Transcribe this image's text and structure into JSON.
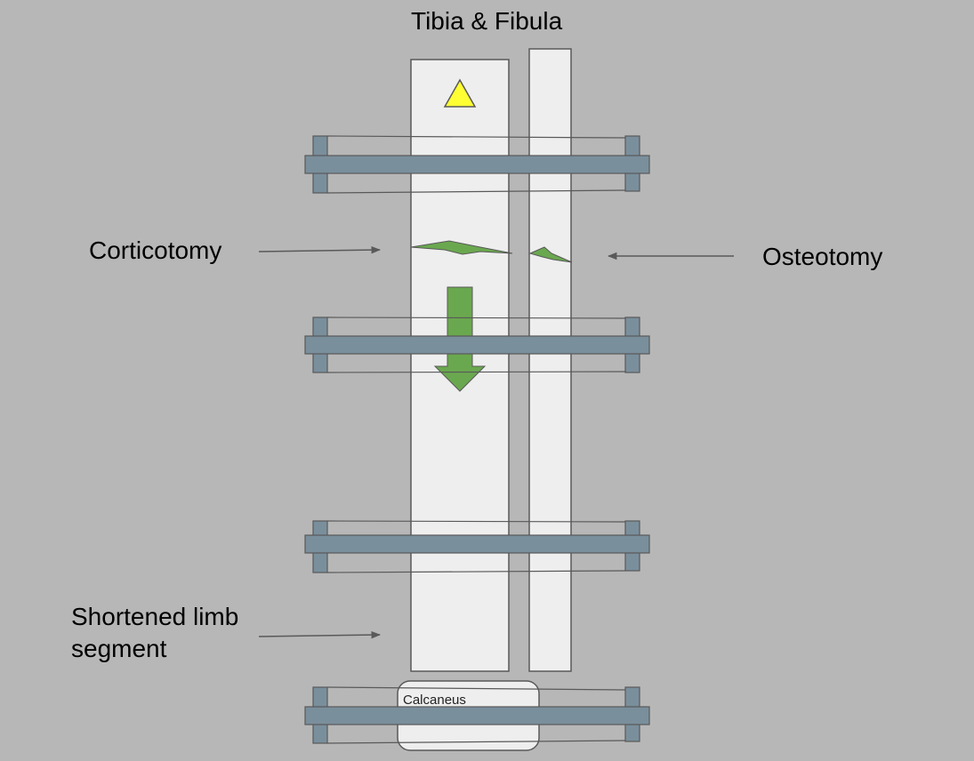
{
  "title": "Tibia & Fibula",
  "labels": {
    "corticotomy": "Corticotomy",
    "osteotomy": "Osteotomy",
    "shortened": "Shortened limb\nsegment",
    "calcaneus": "Calcaneus"
  },
  "colors": {
    "background": "#b7b7b7",
    "bone": "#eeeeee",
    "outline": "#595959",
    "frame_ring": "#7a8f9c",
    "corticotomy_mark": "#6aa84f",
    "distraction_arrow": "#6aa84f",
    "triangle_marker": "#ffff33"
  }
}
